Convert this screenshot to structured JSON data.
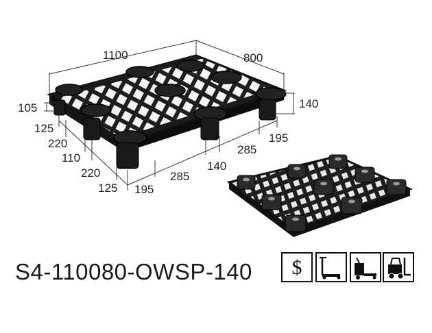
{
  "product": {
    "model_code": "S4-110080-OWSP-140"
  },
  "dimensions": {
    "length": "1100",
    "width": "800",
    "height": "140",
    "deck_thickness": "105",
    "left_side": [
      "125",
      "220",
      "110",
      "220",
      "125"
    ],
    "front_side": [
      "195",
      "285",
      "140",
      "285",
      "195"
    ]
  },
  "icons": [
    {
      "name": "price-dollar-icon",
      "symbol": "$"
    },
    {
      "name": "hand-pallet-jack-icon"
    },
    {
      "name": "electric-pallet-truck-icon"
    },
    {
      "name": "forklift-icon"
    }
  ]
}
